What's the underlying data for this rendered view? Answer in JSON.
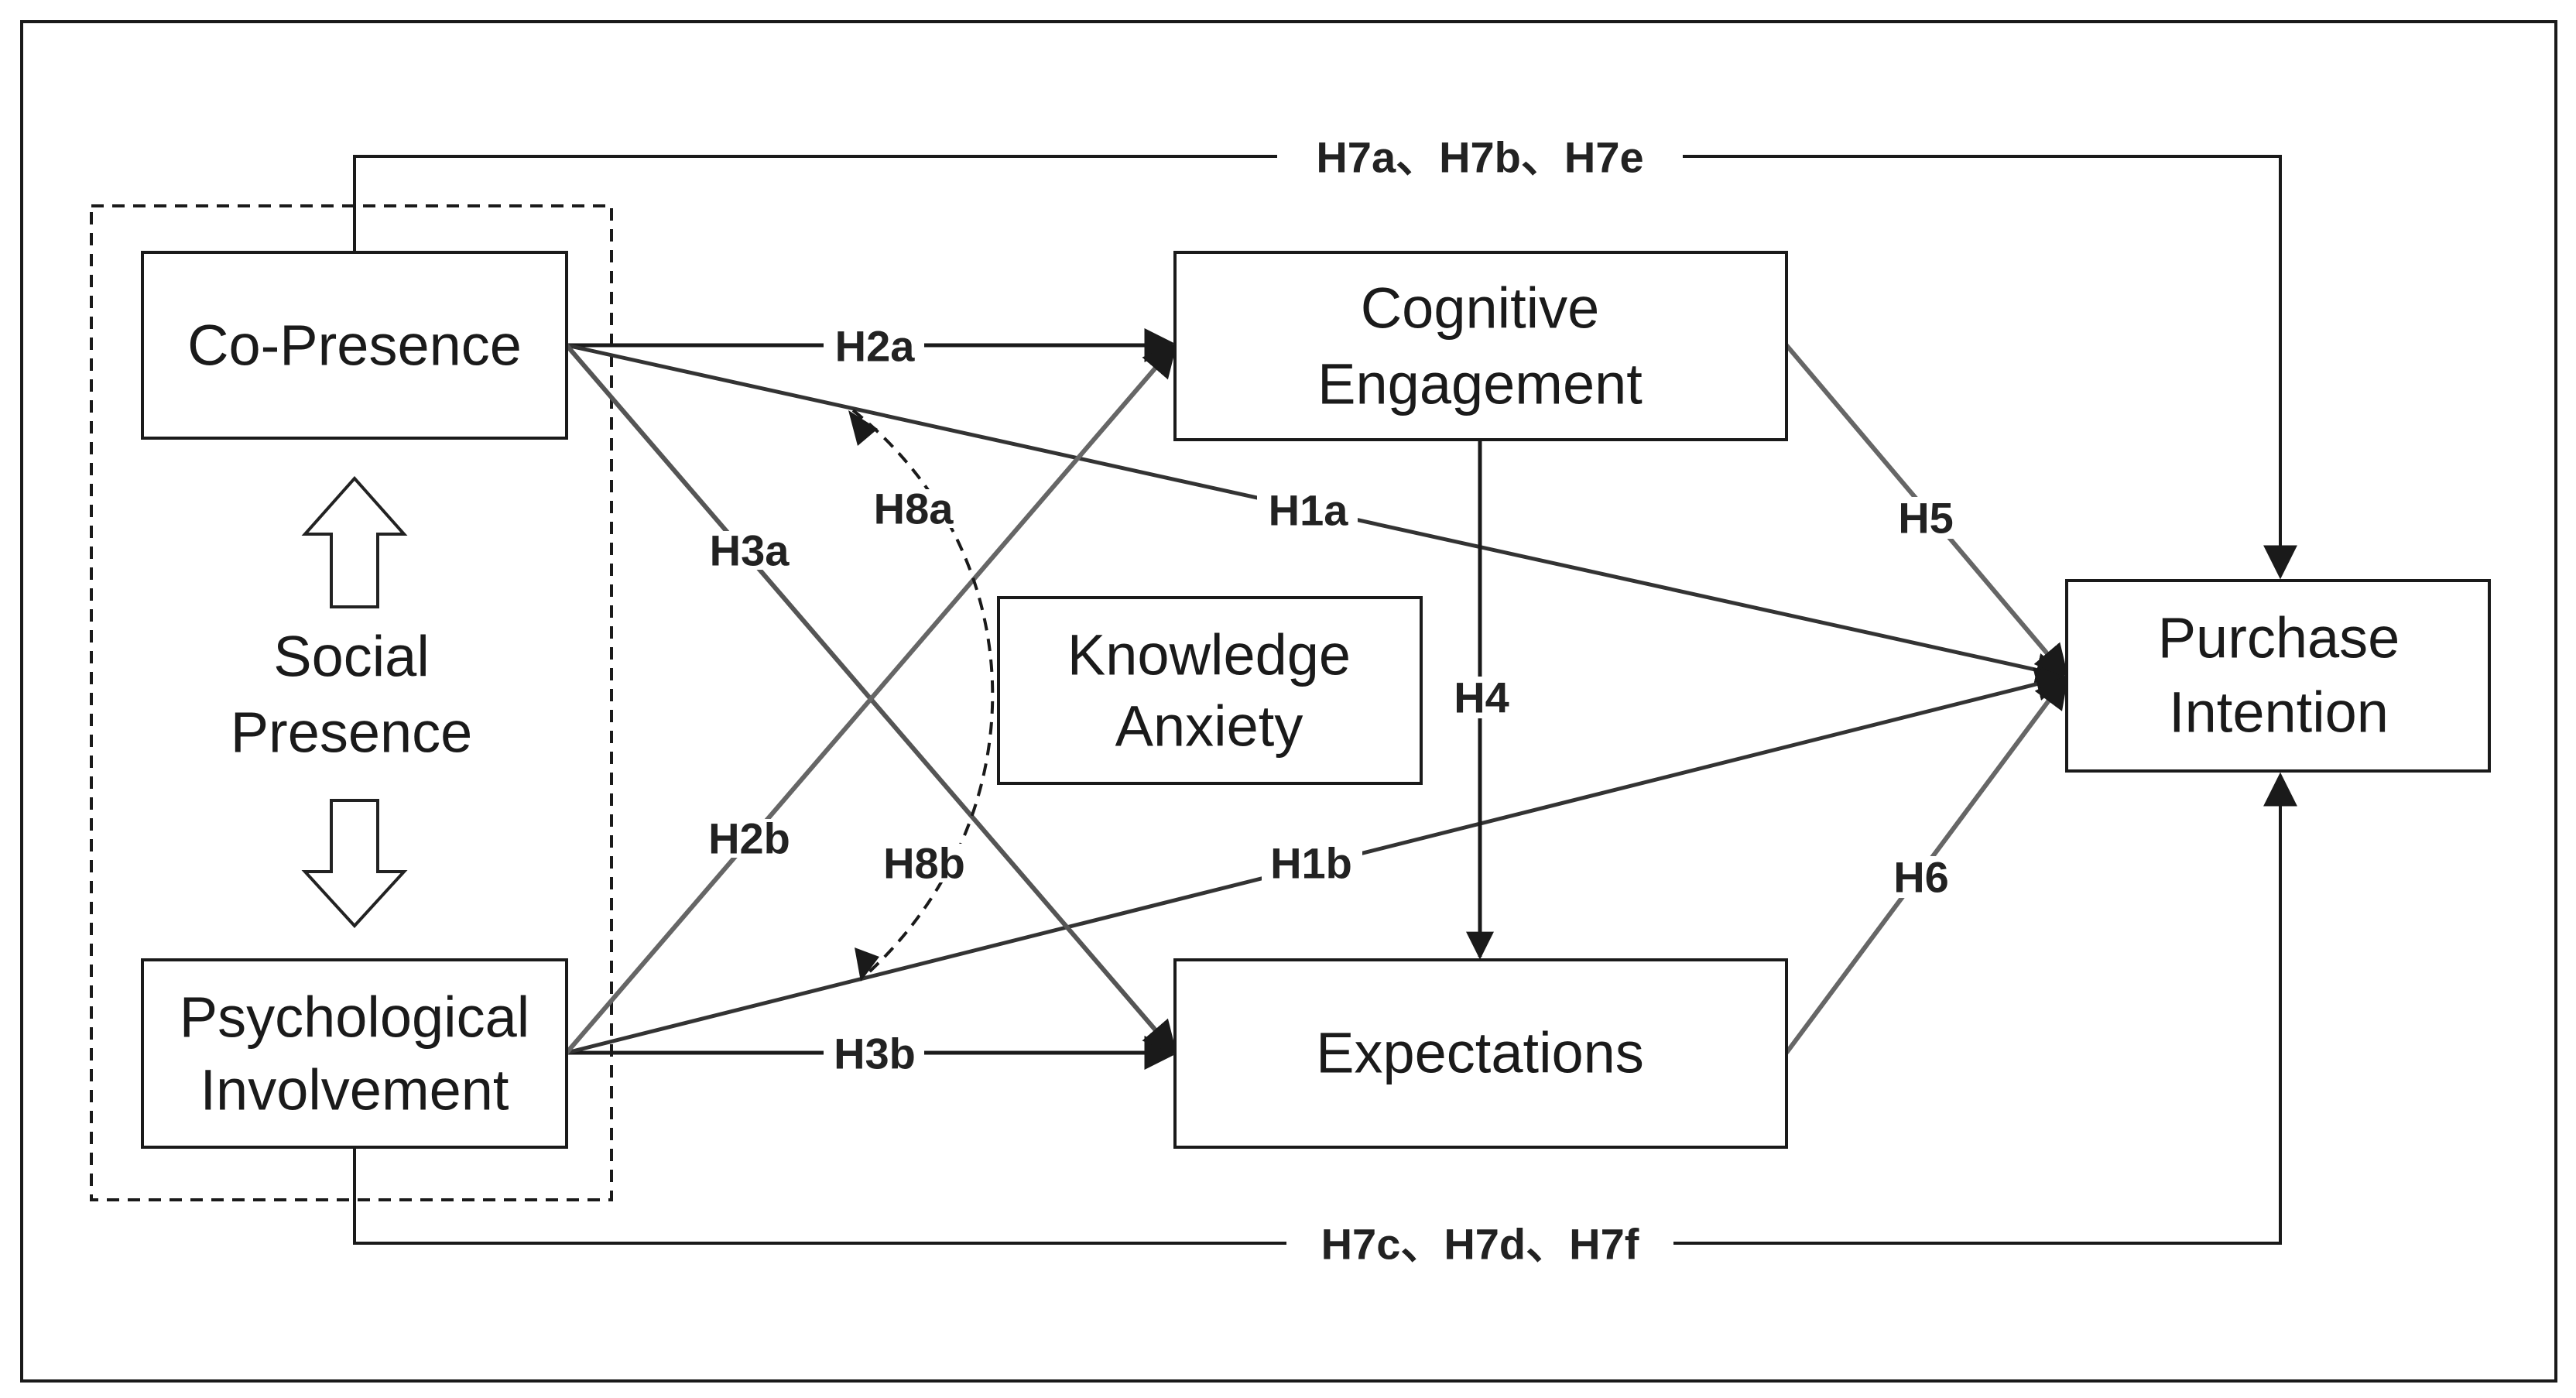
{
  "nodes": {
    "co_presence": {
      "label": "Co-Presence"
    },
    "social_presence": {
      "lines": [
        "Social",
        "Presence"
      ]
    },
    "psych_involvement": {
      "lines": [
        "Psychological",
        "Involvement"
      ]
    },
    "cognitive_engagement": {
      "lines": [
        "Cognitive",
        "Engagement"
      ]
    },
    "knowledge_anxiety": {
      "lines": [
        "Knowledge",
        "Anxiety"
      ]
    },
    "expectations": {
      "label": "Expectations"
    },
    "purchase_intention": {
      "lines": [
        "Purchase",
        "Intention"
      ]
    }
  },
  "edges": {
    "h7_top": "H7a、H7b、H7e",
    "h7_bottom": "H7c、H7d、H7f",
    "h2a": "H2a",
    "h1a": "H1a",
    "h3a": "H3a",
    "h8a": "H8a",
    "h8b": "H8b",
    "h2b": "H2b",
    "h1b": "H1b",
    "h3b": "H3b",
    "h4": "H4",
    "h5": "H5",
    "h6": "H6"
  },
  "colors": {
    "line": "#1a1a1a",
    "diagonal": "#555555",
    "arrow_outline": "#222222"
  }
}
